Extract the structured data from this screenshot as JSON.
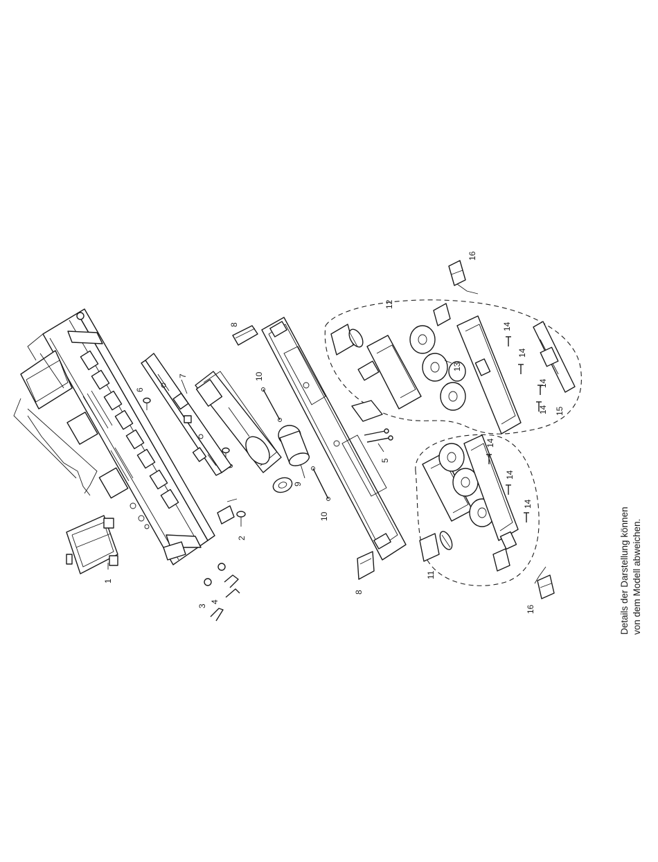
{
  "note": {
    "line1": "Details der Darstellung können",
    "line2": "von dem Modell abweichen."
  },
  "labels": {
    "l1": "1",
    "l2": "2",
    "l3": "3",
    "l4": "4",
    "l5": "5",
    "l6a": "6",
    "l6b": "6",
    "l7": "7",
    "l8a": "8",
    "l8b": "8",
    "l9": "9",
    "l10a": "10",
    "l10b": "10",
    "l11": "11",
    "l12": "12",
    "l13": "13",
    "l14a": "14",
    "l14b": "14",
    "l14c": "14",
    "l14d": "14",
    "l14e": "14",
    "l14f": "14",
    "l14g": "14",
    "l15": "15",
    "l16a": "16",
    "l16b": "16"
  }
}
